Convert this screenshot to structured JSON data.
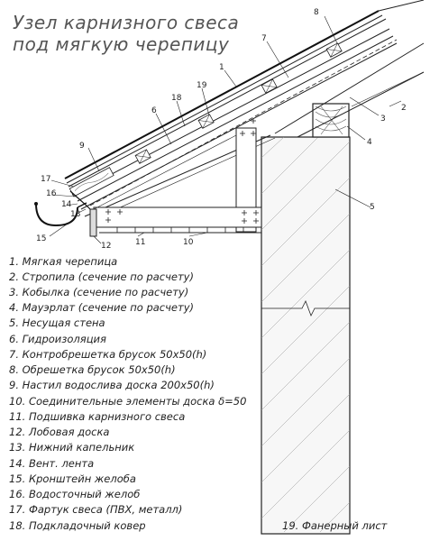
{
  "title": {
    "line1": "Узел карнизного свеса",
    "line2": "под мягкую черепицу"
  },
  "callouts": [
    "1",
    "2",
    "3",
    "4",
    "5",
    "6",
    "7",
    "8",
    "9",
    "10",
    "11",
    "12",
    "13",
    "14",
    "15",
    "16",
    "17",
    "18",
    "19"
  ],
  "legend": [
    "1. Мягкая черепица",
    "2. Стропила (сечение по расчету)",
    "3. Кобылка (сечение по расчету)",
    "4. Мауэрлат (сечение по расчету)",
    "5. Несущая стена",
    "6. Гидроизоляция",
    "7. Контробрешетка брусок 50x50(h)",
    "8. Обрешетка брусок 50x50(h)",
    "9. Настил водослива доска 200x50(h)",
    "10. Соединительные элементы доска δ=50",
    "11. Подшивка карнизного свеса",
    "12. Лобовая доска",
    "13. Нижний капельник",
    "14. Вент. лента",
    "15. Кронштейн желоба",
    "16. Водосточный желоб",
    "17. Фартук свеса (ПВХ, металл)",
    "18. Подкладочный ковер",
    "19. Фанерный лист"
  ]
}
